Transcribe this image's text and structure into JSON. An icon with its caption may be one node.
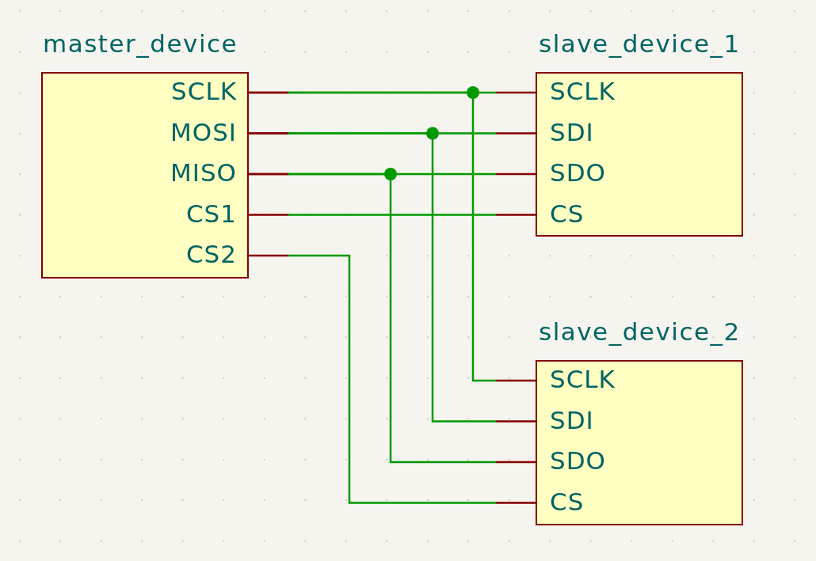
{
  "diagram": {
    "nodes": [
      {
        "text": [
          "master_device"
        ]
      },
      {
        "text": [
          "SCLK"
        ],
        "in": 0
      },
      {
        "text": [
          "MOSI"
        ],
        "in": 0
      },
      {
        "text": [
          "MISO"
        ],
        "in": 0
      },
      {
        "text": [
          "CS1"
        ],
        "in": 0
      },
      {
        "text": [
          "CS2"
        ],
        "in": 0
      },
      {
        "text": [
          "slave_device_1"
        ]
      },
      {
        "text": [
          "SCLK"
        ],
        "in": 6
      },
      {
        "text": [
          "SDI"
        ],
        "in": 6
      },
      {
        "text": [
          "SDO"
        ],
        "in": 6
      },
      {
        "text": [
          "CS"
        ],
        "in": 6
      },
      {
        "text": [
          "slave_device_2"
        ]
      },
      {
        "text": [
          "SCLK"
        ],
        "in": 11
      },
      {
        "text": [
          "SDI"
        ],
        "in": 11
      },
      {
        "text": [
          "SDO"
        ],
        "in": 11
      },
      {
        "text": [
          "CS"
        ],
        "in": 11
      }
    ],
    "edges": [
      {
        "from": 1,
        "to": 7,
        "arrow": "none"
      },
      {
        "from": 1,
        "to": 12,
        "arrow": "none"
      },
      {
        "from": 2,
        "to": 8,
        "arrow": "none"
      },
      {
        "from": 2,
        "to": 13,
        "arrow": "none"
      },
      {
        "from": 3,
        "to": 9,
        "arrow": "none"
      },
      {
        "from": 3,
        "to": 14,
        "arrow": "none"
      },
      {
        "from": 4,
        "to": 10,
        "arrow": "none"
      },
      {
        "from": 5,
        "to": 15,
        "arrow": "none"
      }
    ]
  }
}
